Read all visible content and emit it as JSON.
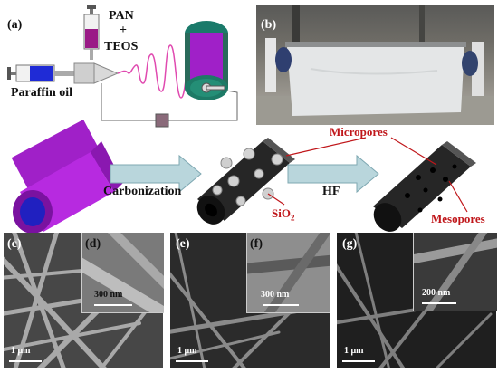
{
  "panels": {
    "a": "(a)",
    "b": "(b)",
    "c": "(c)",
    "d": "(d)",
    "e": "(e)",
    "f": "(f)",
    "g": "(g)"
  },
  "schematic": {
    "pan_label": "PAN",
    "plus_sign": "+",
    "teos_label": "TEOS",
    "paraffin_label": "Paraffin oil"
  },
  "process": {
    "carbonization_label": "Carbonization",
    "hf_label": "HF",
    "micropores_label": "Micropores",
    "mesopores_label": "Mesopores",
    "sio2_label": "SiO",
    "sio2_subscript": "2"
  },
  "scale_bars": {
    "c": "1 μm",
    "d": "300 nm",
    "e": "1 μm",
    "f": "300 nm",
    "g_main": "1 μm",
    "g_inset": "200 nm"
  },
  "colors": {
    "accent_red": "#c0171b",
    "purple_tube": "#a020c8",
    "arrow_fill": "#b9d6dc",
    "sem_dark": "#1a1a1a"
  }
}
